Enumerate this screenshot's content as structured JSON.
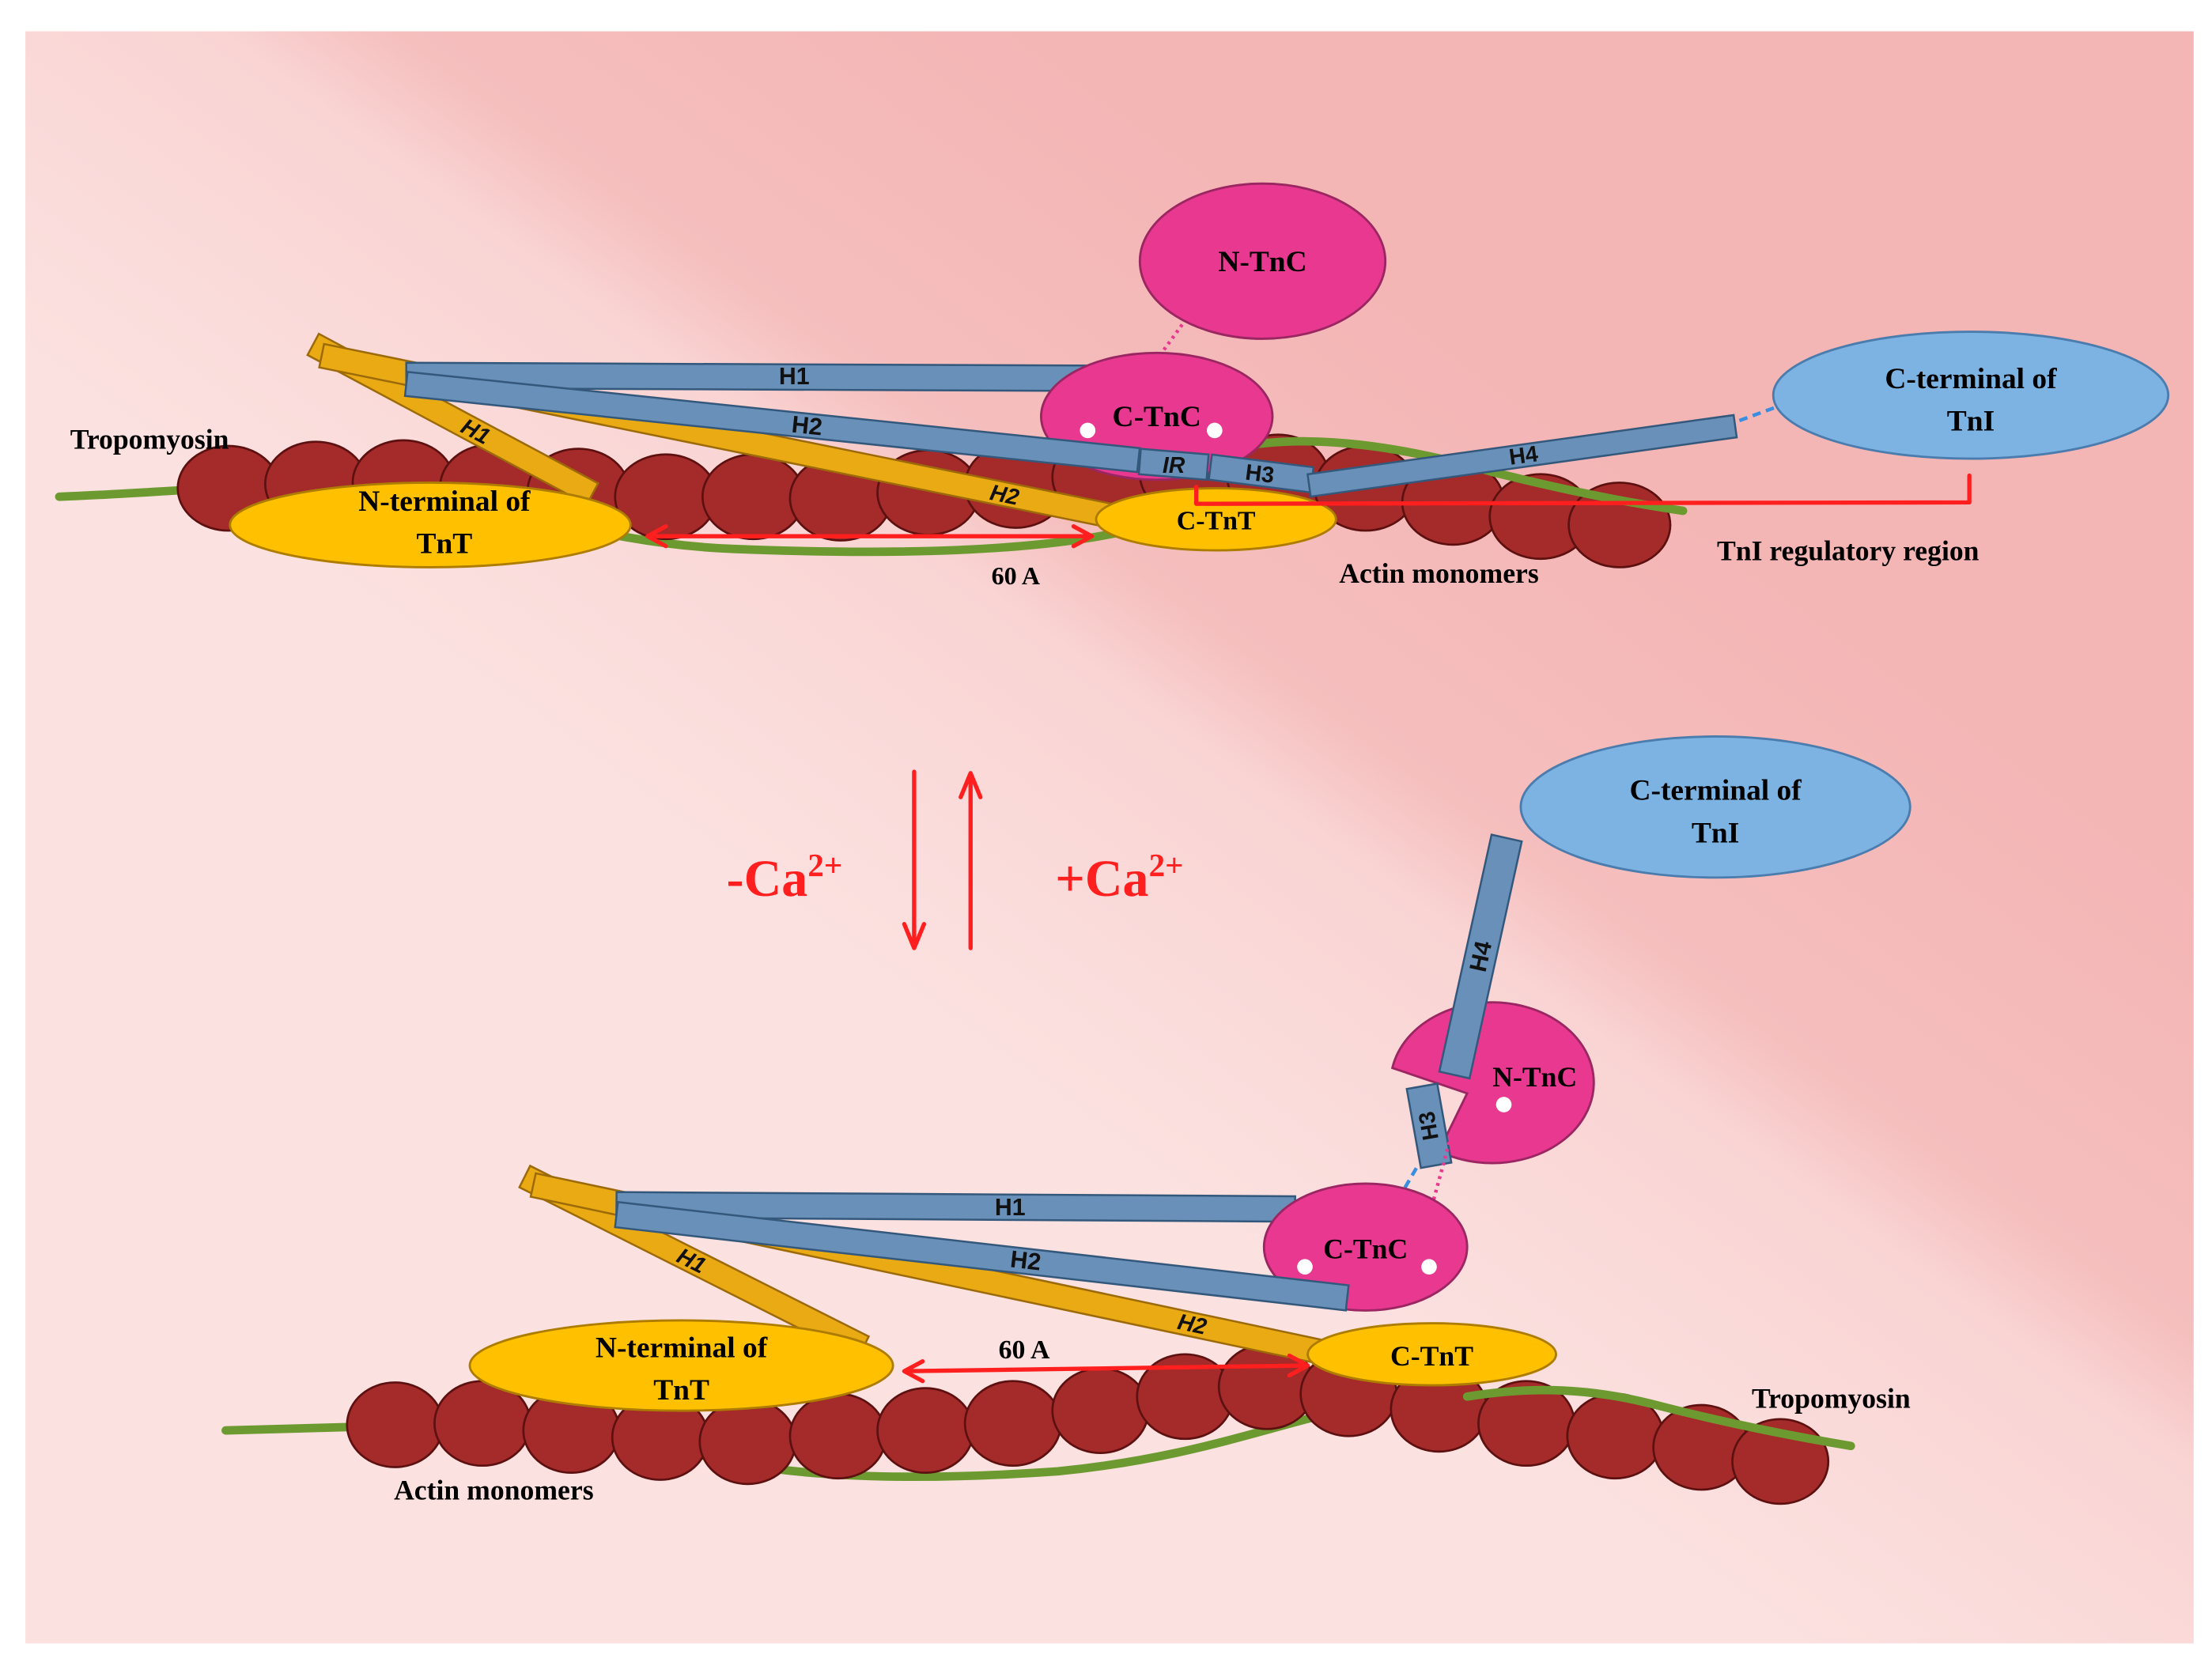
{
  "colors": {
    "troponin_c": "#e8388f",
    "troponin_t": "#ffc000",
    "troponin_t_rod": "#eaaa14",
    "troponin_i_rod": "#6890b8",
    "troponin_i_c_terminal": "#7db3e2",
    "actin": "#a52a2a",
    "tropomyosin": "#6c9a30",
    "arrow": "#ff1f1f"
  },
  "top": {
    "n_tnc": "N-TnC",
    "c_tnc": "C-TnC",
    "tni_c_terminal": {
      "line1": "C-terminal of",
      "line2": "TnI"
    },
    "tnt_n_terminal": {
      "line1": "N-terminal of",
      "line2": "TnT"
    },
    "c_tnt": "C-TnT",
    "tni_helices": {
      "h1": "H1",
      "h2": "H2",
      "ir": "IR",
      "h3": "H3",
      "h4": "H4"
    },
    "tnt_helices": {
      "h1": "H1",
      "h2": "H2"
    },
    "tropomyosin": "Tropomyosin",
    "actin": "Actin monomers",
    "distance": "60 A",
    "tni_regulatory_region": "TnI regulatory region"
  },
  "transition": {
    "minus_ca": {
      "base": "-Ca",
      "sup": "2+"
    },
    "plus_ca": {
      "base": "+Ca",
      "sup": "2+"
    }
  },
  "bottom": {
    "n_tnc": "N-TnC",
    "c_tnc": "C-TnC",
    "tni_c_terminal": {
      "line1": "C-terminal of",
      "line2": "TnI"
    },
    "tnt_n_terminal": {
      "line1": "N-terminal of",
      "line2": "TnT"
    },
    "c_tnt": "C-TnT",
    "tni_helices": {
      "h1": "H1",
      "h2": "H2",
      "h3": "H3",
      "h4": "H4"
    },
    "tnt_helices": {
      "h1": "H1",
      "h2": "H2"
    },
    "tropomyosin": "Tropomyosin",
    "actin": "Actin monomers",
    "distance": "60 A"
  }
}
